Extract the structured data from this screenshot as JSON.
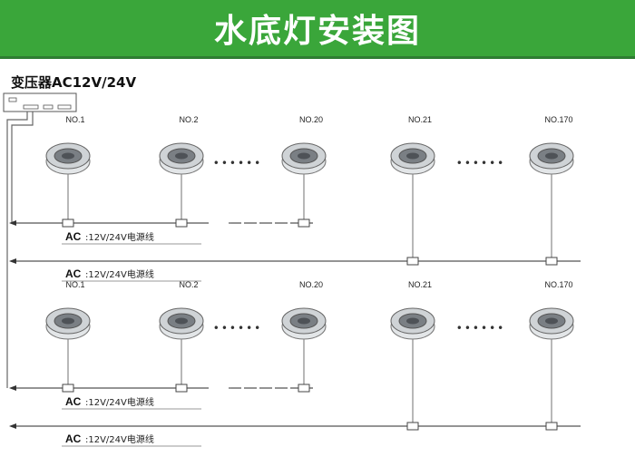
{
  "title": "水底灯安装图",
  "transformer": {
    "label": "变压器AC12V/24V"
  },
  "ellipsis": "••••••",
  "groups": [
    {
      "lamps": [
        "NO.1",
        "NO.2",
        "NO.20",
        "NO.21",
        "NO.170"
      ],
      "lines": [
        {
          "ac": "AC",
          "desc": ":12V/24V电源线"
        },
        {
          "ac": "AC",
          "desc": ":12V/24V电源线"
        }
      ]
    },
    {
      "lamps": [
        "NO.1",
        "NO.2",
        "NO.20",
        "NO.21",
        "NO.170"
      ],
      "lines": [
        {
          "ac": "AC",
          "desc": ":12V/24V电源线"
        },
        {
          "ac": "AC",
          "desc": ":12V/24V电源线"
        }
      ]
    }
  ],
  "colors": {
    "banner": "#3aa63a",
    "line": "#555555",
    "lamp_body": "#cfd3d6",
    "lamp_ring": "#7a7f84"
  }
}
